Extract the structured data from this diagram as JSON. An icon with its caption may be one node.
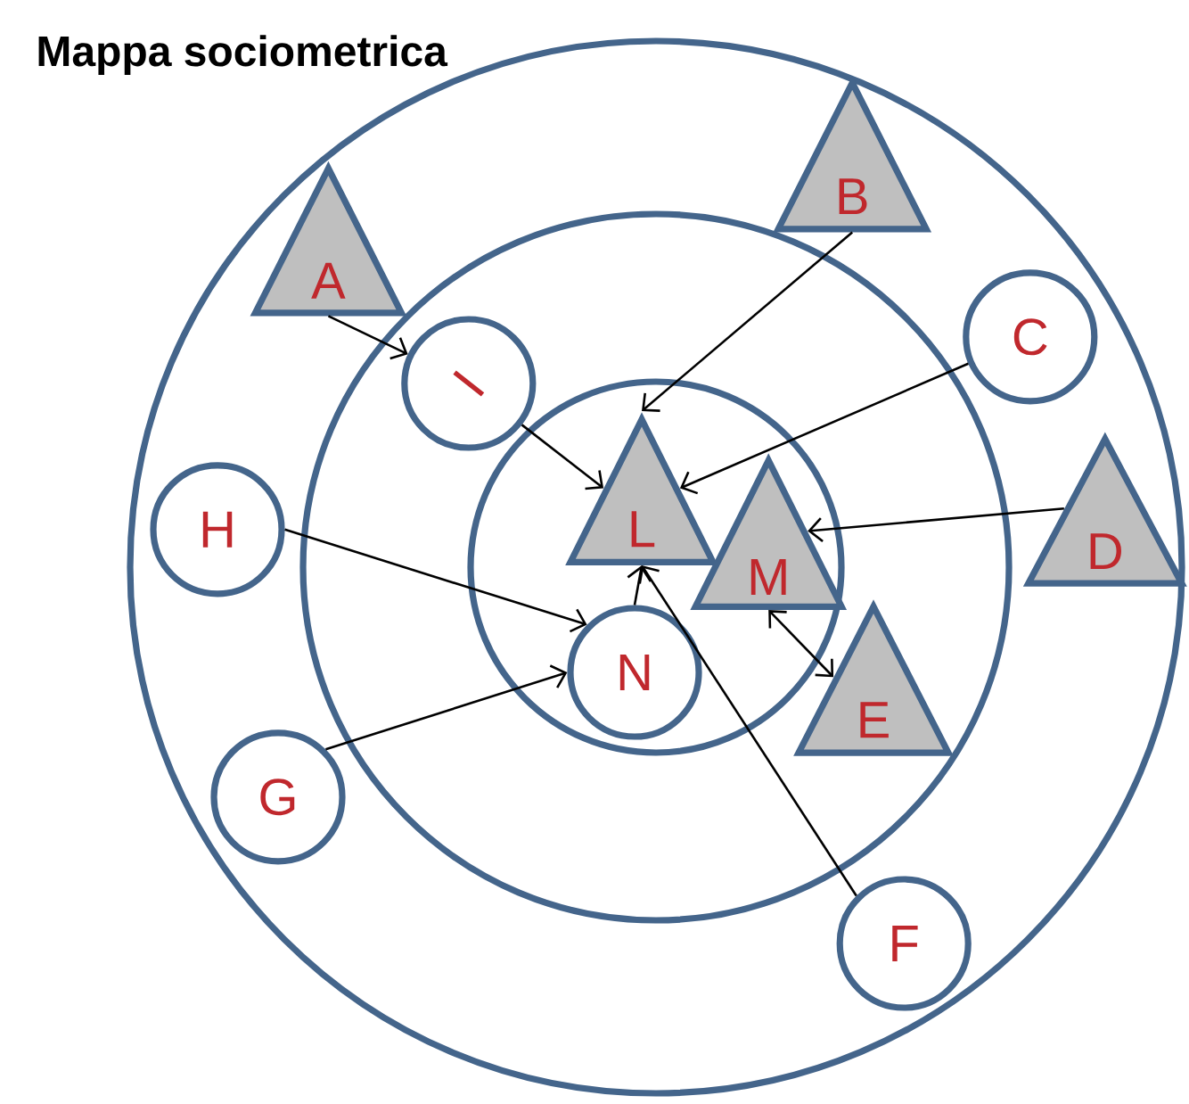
{
  "diagram": {
    "title": "Mappa sociometrica",
    "nodes": [
      {
        "text": [],
        "shape": "circle"
      },
      {
        "text": [],
        "shape": "circle",
        "in": 0
      },
      {
        "text": [],
        "shape": "circle",
        "in": 1
      },
      {
        "text": [
          "A"
        ],
        "in": 0
      },
      {
        "text": [
          "B"
        ],
        "in": 0
      },
      {
        "text": [
          "C"
        ],
        "in": 0
      },
      {
        "text": [
          "I"
        ],
        "in": 1
      },
      {
        "text": [
          "L"
        ],
        "in": 2
      },
      {
        "text": [
          "M"
        ],
        "in": 2
      },
      {
        "text": [
          "D"
        ],
        "in": 0
      },
      {
        "text": [
          "H"
        ],
        "in": 0
      },
      {
        "text": [
          "N"
        ],
        "in": 2
      },
      {
        "text": [
          "E"
        ],
        "in": 1
      },
      {
        "text": [
          "G"
        ],
        "in": 0
      },
      {
        "text": [
          "F"
        ],
        "in": 0
      }
    ],
    "edges": [
      {
        "from": 3,
        "to": 6,
        "arrow": "to"
      },
      {
        "from": 6,
        "to": 7,
        "arrow": "to"
      },
      {
        "from": 4,
        "to": 7,
        "arrow": "to"
      },
      {
        "from": 5,
        "to": 7,
        "arrow": "to"
      },
      {
        "from": 9,
        "to": 8,
        "arrow": "to"
      },
      {
        "from": 10,
        "to": 11,
        "arrow": "to"
      },
      {
        "from": 13,
        "to": 11,
        "arrow": "to"
      },
      {
        "from": 11,
        "to": 7,
        "arrow": "to"
      },
      {
        "from": 14,
        "to": 7,
        "arrow": "to"
      },
      {
        "from": 8,
        "to": 12,
        "arrow": "both"
      }
    ]
  }
}
